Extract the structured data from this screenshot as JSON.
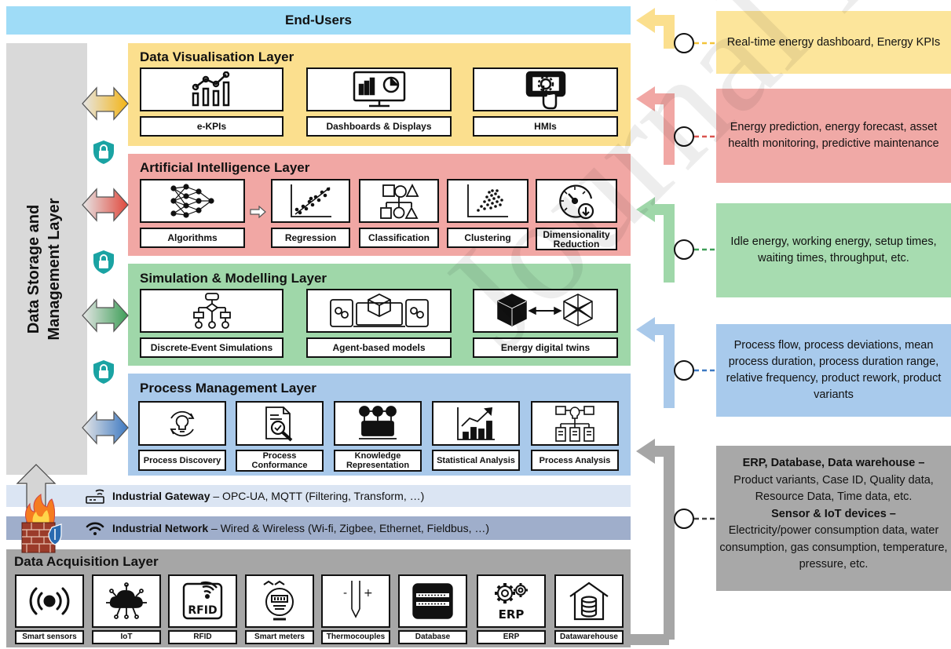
{
  "end_users": "End-Users",
  "storage_layer": {
    "line1": "Data Storage and",
    "line2": "Management Layer"
  },
  "layers": {
    "vis": {
      "title": "Data Visualisation Layer",
      "items": [
        "e-KPIs",
        "Dashboards & Displays",
        "HMIs"
      ]
    },
    "ai": {
      "title": "Artificial Intelligence Layer",
      "items": [
        "Algorithms",
        "Regression",
        "Classification",
        "Clustering",
        "Dimensionality Reduction"
      ]
    },
    "sim": {
      "title": "Simulation & Modelling Layer",
      "items": [
        "Discrete-Event Simulations",
        "Agent-based models",
        "Energy digital twins"
      ]
    },
    "pm": {
      "title": "Process Management Layer",
      "items": [
        "Process Discovery",
        "Process Conformance",
        "Knowledge Representation",
        "Statistical Analysis",
        "Process Analysis"
      ]
    },
    "acq": {
      "title": "Data Acquisition Layer",
      "items": [
        "Smart sensors",
        "IoT",
        "RFID",
        "Smart meters",
        "Thermocouples",
        "Database",
        "ERP",
        "Datawarehouse"
      ]
    }
  },
  "gateway": {
    "bold": "Industrial Gateway",
    "rest": " – OPC-UA, MQTT (Filtering, Transform, …)"
  },
  "network": {
    "bold": "Industrial Network",
    "rest": " – Wired & Wireless (Wi-fi, Zigbee, Ethernet, Fieldbus, …)"
  },
  "outputs": {
    "vis": "Real-time energy dashboard, Energy KPIs",
    "ai": "Energy prediction, energy forecast, asset health monitoring, predictive maintenance",
    "sim": "Idle energy, working energy, setup times, waiting times, throughput, etc.",
    "pm": "Process flow, process deviations, mean process duration, process duration range, relative frequency, product rework, product variants",
    "acq": {
      "head1": "ERP, Database, Data warehouse –",
      "body1": "Product variants, Case ID, Quality data, Resource Data, Time data, etc.",
      "head2": "Sensor & IoT devices –",
      "body2": "Electricity/power consumption data, water consumption, gas consumption, temperature, pressure, etc."
    }
  },
  "colors": {
    "end_users": "#9fdcf7",
    "vis": "#fbdf8e",
    "vis_out": "#fce59b",
    "ai": "#f1a7a4",
    "ai_out": "#f0a9a6",
    "sim": "#9fd7a9",
    "sim_out": "#a7dcb0",
    "pm": "#a9c9ea",
    "pm_out": "#a8caec",
    "acq": "#a6a6a6",
    "acq_out": "#a8a8a8",
    "storage": "#d9d9d9",
    "gateway": "#dbe5f3",
    "network": "#9faecb"
  },
  "watermark": "Journal Pre-proof"
}
